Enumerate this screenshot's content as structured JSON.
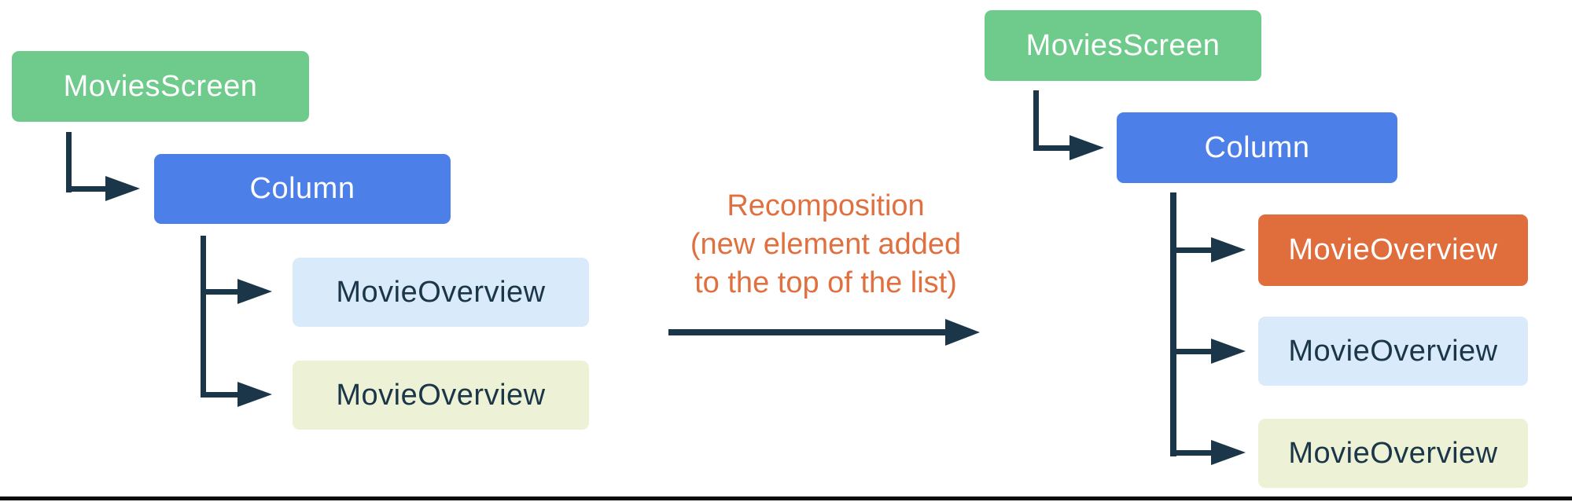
{
  "palette": {
    "background": "#ffffff",
    "green": "#6ecb8c",
    "blue": "#4c80e8",
    "light_blue": "#d9eafb",
    "light_yellow": "#edf2d6",
    "orange": "#e06e3c",
    "connector": "#1b3648",
    "caption": "#e0703f",
    "text_on_dark": "#ffffff",
    "text_on_light": "#1b3648",
    "divider": "#0a0a0a"
  },
  "caption": {
    "lines": [
      "Recomposition",
      "(new element added",
      "to the top of the list)"
    ]
  },
  "trees": {
    "left": {
      "nodes": [
        {
          "label": "MoviesScreen",
          "color": "green"
        },
        {
          "label": "Column",
          "color": "blue"
        },
        {
          "label": "MovieOverview",
          "color": "light_blue"
        },
        {
          "label": "MovieOverview",
          "color": "light_yellow"
        }
      ]
    },
    "right": {
      "nodes": [
        {
          "label": "MoviesScreen",
          "color": "green"
        },
        {
          "label": "Column",
          "color": "blue"
        },
        {
          "label": "MovieOverview",
          "color": "orange"
        },
        {
          "label": "MovieOverview",
          "color": "light_blue"
        },
        {
          "label": "MovieOverview",
          "color": "light_yellow"
        }
      ]
    }
  }
}
